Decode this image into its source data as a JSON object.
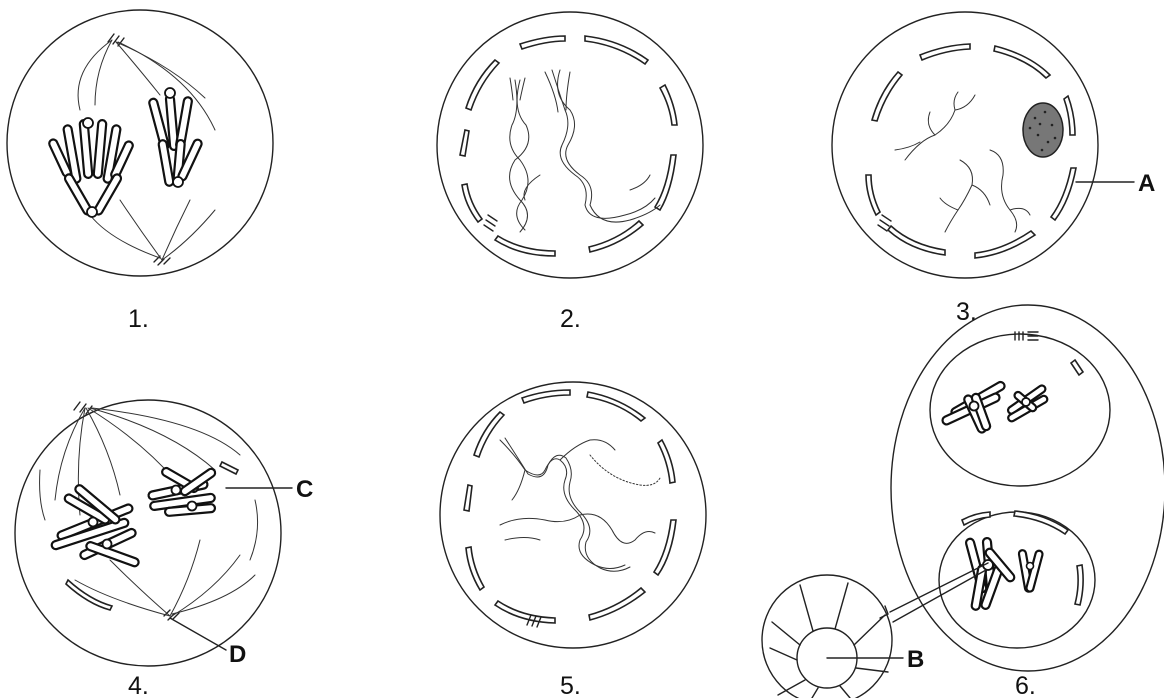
{
  "figure_labels": [
    "1.",
    "2.",
    "3.",
    "4.",
    "5.",
    "6."
  ],
  "pointer_labels": {
    "A": "A",
    "B": "B",
    "C": "C",
    "D": "D"
  }
}
